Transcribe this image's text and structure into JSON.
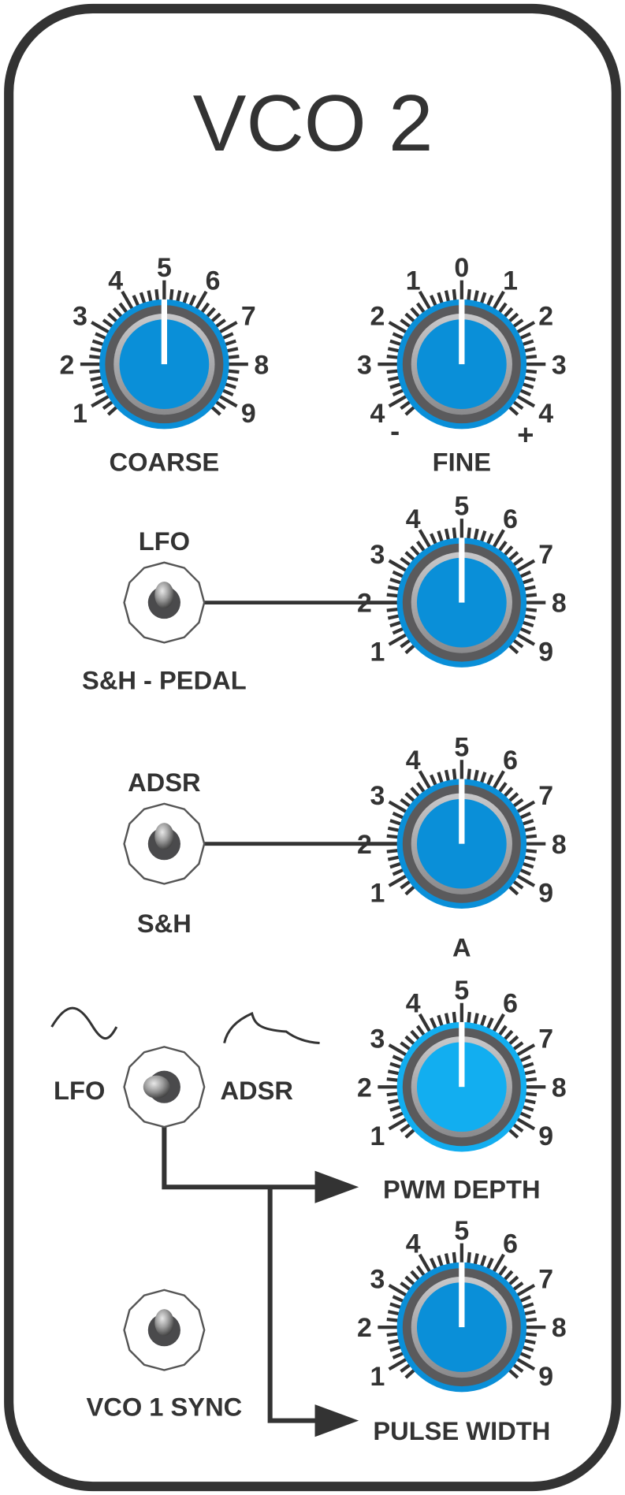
{
  "panel": {
    "title": "VCO 2"
  },
  "colors": {
    "knob_blue": "#0a8fd8",
    "knob_light_blue": "#12aef0",
    "ink": "#333333",
    "ring_dark": "#5a5a5c",
    "ring_light": "#b4b4b6"
  },
  "knobs": [
    {
      "id": "coarse",
      "label": "COARSE",
      "scale": [
        "1",
        "2",
        "3",
        "4",
        "5",
        "6",
        "7",
        "8",
        "9"
      ],
      "value": 5
    },
    {
      "id": "fine",
      "label": "FINE",
      "scale": [
        "4",
        "3",
        "2",
        "1",
        "0",
        "1",
        "2",
        "3",
        "4"
      ],
      "minus": "-",
      "plus": "+",
      "value": 0
    },
    {
      "id": "lfo-sh-amount",
      "label": "",
      "scale": [
        "1",
        "2",
        "3",
        "4",
        "5",
        "6",
        "7",
        "8",
        "9"
      ],
      "value": 5
    },
    {
      "id": "adsr-sh-amount",
      "label": "A",
      "scale": [
        "1",
        "2",
        "3",
        "4",
        "5",
        "6",
        "7",
        "8",
        "9"
      ],
      "value": 5
    },
    {
      "id": "pwm-depth",
      "label": "PWM DEPTH",
      "scale": [
        "1",
        "2",
        "3",
        "4",
        "5",
        "6",
        "7",
        "8",
        "9"
      ],
      "value": 5
    },
    {
      "id": "pulse-width",
      "label": "PULSE WIDTH",
      "scale": [
        "1",
        "2",
        "3",
        "4",
        "5",
        "6",
        "7",
        "8",
        "9"
      ],
      "value": 5
    }
  ],
  "switches": {
    "mod_source": {
      "top": "LFO",
      "bottom": "S&H - PEDAL"
    },
    "env_source": {
      "top": "ADSR",
      "bottom": "S&H"
    },
    "pwm_source": {
      "left": "LFO",
      "right": "ADSR"
    },
    "sync": {
      "label": "VCO 1 SYNC"
    }
  }
}
